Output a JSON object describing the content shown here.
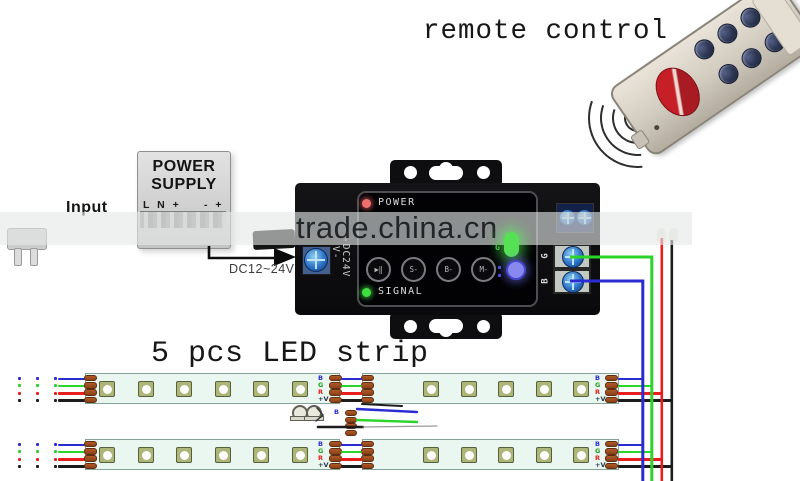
{
  "labels": {
    "remote_control": "remote control",
    "led_strip_title": "5 pcs LED strip",
    "input": "Input",
    "dc_range": "DC12~24V",
    "watermark": "trade.china.cn"
  },
  "power_supply": {
    "line1": "POWER",
    "line2": "SUPPLY",
    "left_terminals": "L N +",
    "right_terminals": "- +"
  },
  "controller": {
    "power_label": "POWER",
    "signal_label": "SIGNAL",
    "buttons": [
      "▶‖",
      "S-",
      "B-",
      "M-"
    ],
    "side_text_primary": "-DC24V",
    "side_text_secondary": "V-",
    "output_terminals": [
      "G",
      "B"
    ],
    "indicator_letter": "G"
  },
  "strips": {
    "pad_labels": [
      "B",
      "G",
      "R",
      "+V"
    ],
    "mid_connector_label": "B",
    "rows": 2,
    "leds_per_segment": [
      6,
      5
    ],
    "dot_cols": 3
  },
  "colors": {
    "wire_blue": "#2b2bd4",
    "wire_green": "#2bd42b",
    "wire_red": "#e81d1d",
    "wire_black": "#1c1c1c",
    "wire_gray": "#9a9a9a",
    "strip_bg": "#eaf6f0",
    "pad_copper": "#a34f21",
    "controller_body": "#0d0d10",
    "psu_gray": "#d9d9d9",
    "remote_body": "#d7d1c5",
    "remote_button_red": "#c2232a",
    "remote_button_navy": "#2c3550",
    "led_power": "#f07070",
    "led_signal": "#3fe03f",
    "indicator_green": "#55e055",
    "indicator_blue": "#8888f0"
  }
}
